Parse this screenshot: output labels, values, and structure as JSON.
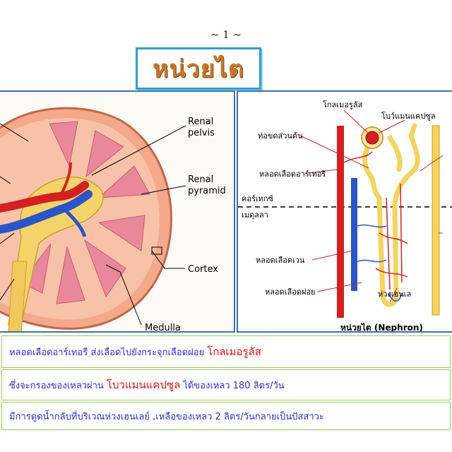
{
  "page_number": "~ 1 ~",
  "title": "หน่วยไต",
  "kidney_diagram": {
    "labels": {
      "renal_pelvis": [
        "Renal",
        "pelvis"
      ],
      "renal_pyramid": [
        "Renal",
        "pyramid"
      ],
      "cortex": "Cortex",
      "medulla": "Medulla"
    }
  },
  "nephron_diagram": {
    "labels": {
      "glomerulus": "โกลเมอรูลัส",
      "bowman_capsule": "โบว์แมนแคปซูล",
      "proximal_tubule": "ท่อขดส่วนต้น",
      "arteriole": "หลอดเลือดอาร์เทอริ",
      "cortex": "คอร์เทกซ์",
      "medulla": "เมดุลลา",
      "vein": "หลอดเลือดเวน",
      "capillary": "หลอดเลือดฝอย",
      "loop_of_henle": "ห่วงเฮนเล",
      "caption": "หน่วยไต (Nephron)"
    }
  },
  "captions": [
    {
      "before": "หลอดเลือดอาร์เทอรี ส่งเลือดไปยังกระจุกเลือดฝอย",
      "highlight": "โกลเมอรูลัส",
      "after": ""
    },
    {
      "before": "ซึ่งจะกรองของเหลวผ่าน",
      "highlight": "โบวแมนแคปซูล",
      "after": "ได้ของเหลว 180 ลิตร/วัน"
    },
    {
      "before": "มีการดูดน้ำกลับที่บริเวณห่วงเฮนเลย์ ,เหลือของเหลว 2 ลิตร/วันกลายเป็นปัสสาวะ",
      "highlight": "",
      "after": ""
    }
  ],
  "colors": {
    "title_text": "#c7772a",
    "title_border": "#2f9fd0",
    "caption_border": "#8fd14f",
    "caption_text": "#2b2bd9",
    "highlight_text": "#e01010",
    "artery": "#d42020",
    "vein": "#2a55c8"
  }
}
